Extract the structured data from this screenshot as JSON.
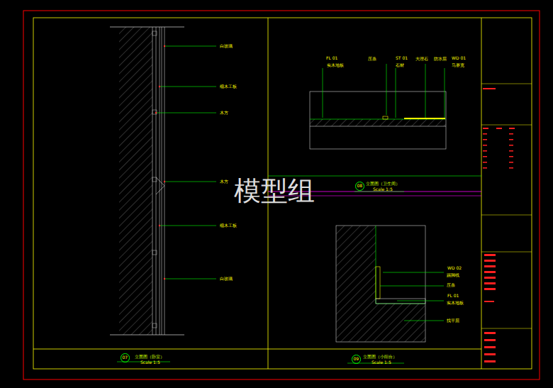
{
  "diagram": {
    "nodes": [
      {
        "text": [
          "07"
        ]
      },
      {
        "text": [
          "08"
        ]
      },
      {
        "text": [
          "09"
        ]
      }
    ],
    "labels": [
      "白玻璃",
      "细木工板",
      "木方",
      "木方",
      "细木工板",
      "白玻璃",
      "立面图（卧室）",
      "Scale 1:5",
      "FL 01",
      "实木地板",
      "压条",
      "ST 01",
      "石材",
      "大理石",
      "防水层",
      "WD 01",
      "马赛克",
      "立面图（卫生间）",
      "Scale 1:5",
      "WD 02",
      "踢脚线",
      "压条",
      "FL 01",
      "实木地板",
      "找平层",
      "立面图（小阳台）",
      "Scale 1:5",
      "模型组"
    ]
  }
}
